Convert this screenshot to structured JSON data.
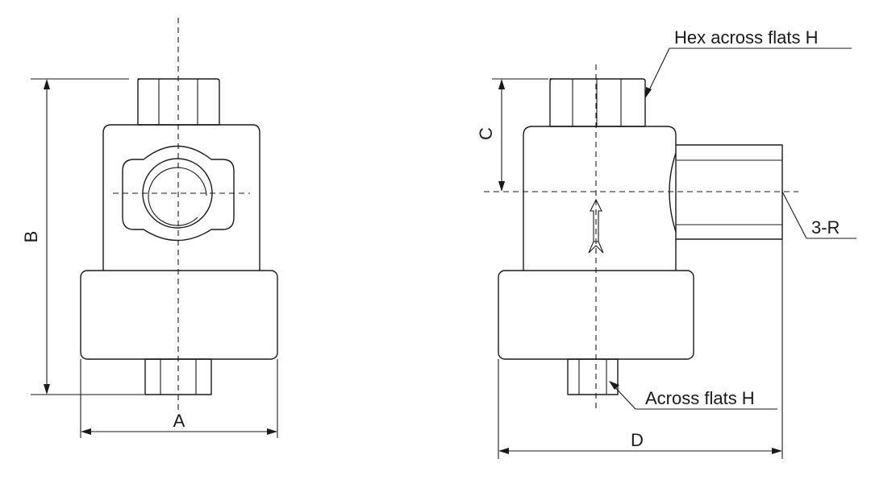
{
  "labels": {
    "A": "A",
    "B": "B",
    "C": "C",
    "D": "D",
    "hex_across_flats": "Hex across flats H",
    "across_flats": "Across flats H",
    "port": "3-R"
  }
}
